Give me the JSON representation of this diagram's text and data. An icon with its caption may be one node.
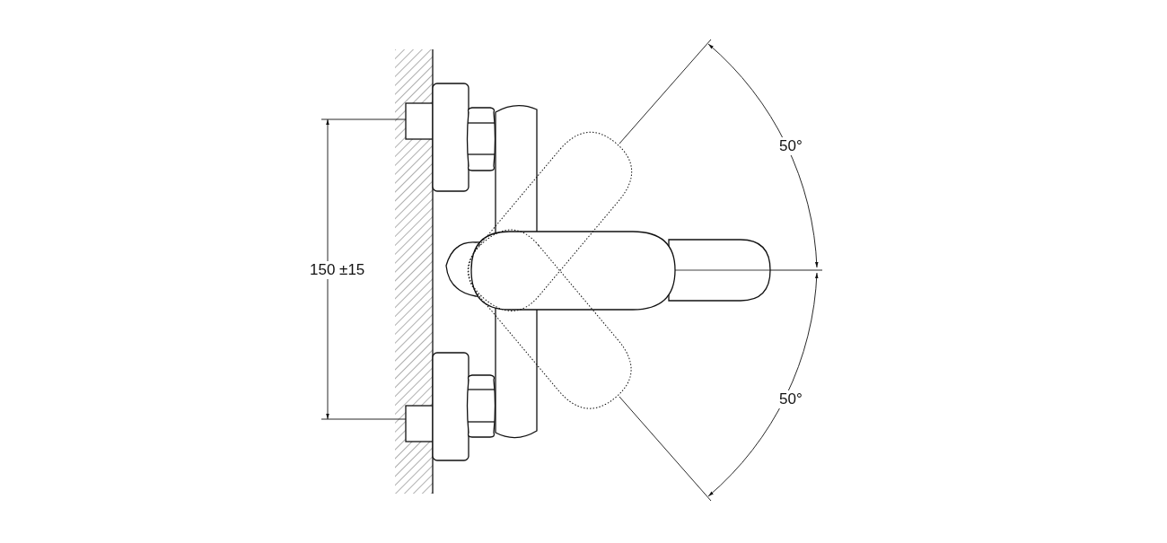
{
  "diagram": {
    "labels": [
      "150 ±15",
      "50°",
      "50°"
    ]
  }
}
